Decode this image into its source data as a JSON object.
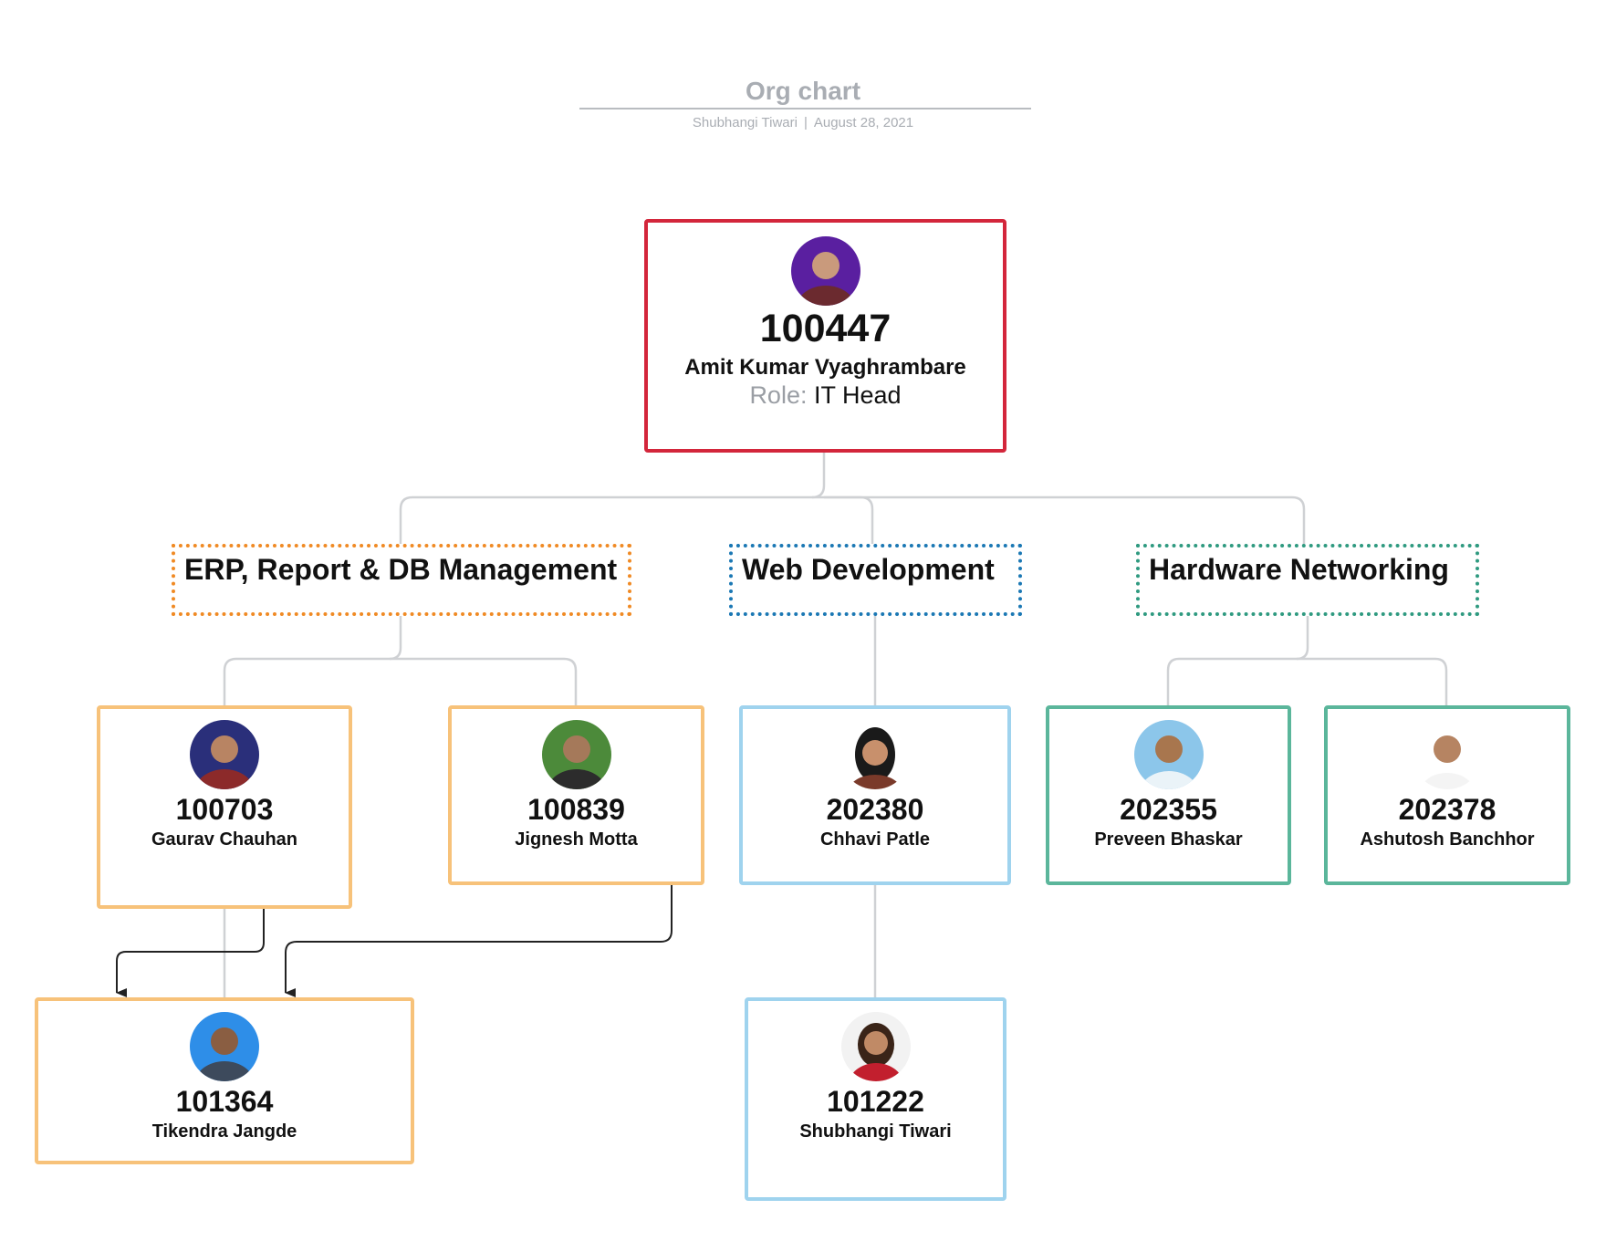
{
  "header": {
    "title": "Org chart",
    "author": "Shubhangi Tiwari",
    "separator": "|",
    "date": "August 28, 2021"
  },
  "colors": {
    "head_border": "#d3263b",
    "erp_border": "#f7c27a",
    "erp_team_border": "#f08a24",
    "web_border": "#9fd3ee",
    "web_team_border": "#1b78b4",
    "hw_border": "#5bb69b",
    "hw_team_border": "#2f9a80",
    "connector": "#cfd1d4",
    "arrow": "#222222"
  },
  "head": {
    "id": "100447",
    "name": "Amit Kumar Vyaghrambare",
    "role_label": "Role:",
    "role": "IT Head",
    "avatar_icon": "person-photo-icon"
  },
  "teams": [
    {
      "name": "ERP, Report & DB Management"
    },
    {
      "name": "Web Development"
    },
    {
      "name": "Hardware Networking"
    }
  ],
  "employees": [
    {
      "id": "100703",
      "name": "Gaurav Chauhan",
      "team": "ERP, Report & DB Management"
    },
    {
      "id": "100839",
      "name": "Jignesh Motta",
      "team": "ERP, Report & DB Management"
    },
    {
      "id": "202380",
      "name": "Chhavi Patle",
      "team": "Web Development"
    },
    {
      "id": "202355",
      "name": "Preveen Bhaskar",
      "team": "Hardware Networking"
    },
    {
      "id": "202378",
      "name": "Ashutosh Banchhor",
      "team": "Hardware Networking"
    },
    {
      "id": "101364",
      "name": "Tikendra Jangde",
      "team": "ERP, Report & DB Management"
    },
    {
      "id": "101222",
      "name": "Shubhangi Tiwari",
      "team": "Web Development"
    }
  ]
}
